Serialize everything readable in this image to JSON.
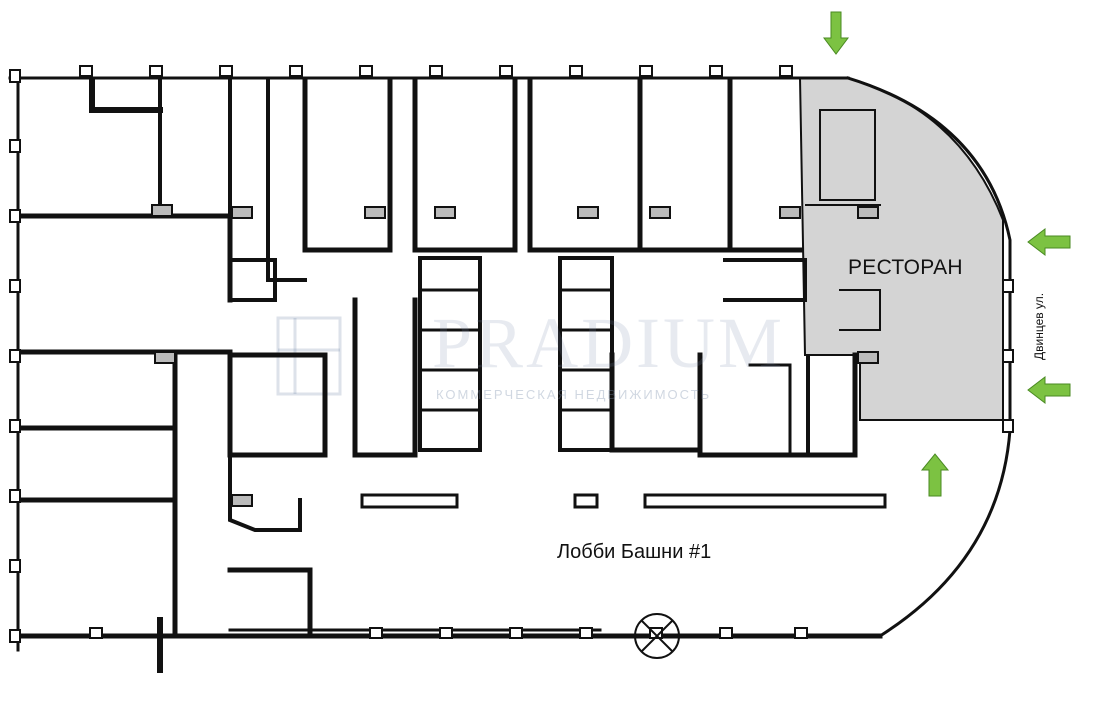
{
  "plan": {
    "restaurant_label": "РЕСТОРАН",
    "lobby_label": "Лобби Башни #1",
    "street_label": "Двинцев ул.",
    "restaurant_fill": "#d4d4d4",
    "wall_color": "#111111",
    "arrow_color": "#7cc242"
  },
  "watermark": {
    "name": "PRADIUM",
    "tagline": "КОММЕРЧЕСКАЯ НЕДВИЖИМОСТЬ"
  },
  "entrances": [
    {
      "name": "entrance-arrow-top",
      "direction": "down"
    },
    {
      "name": "entrance-arrow-right-upper",
      "direction": "left"
    },
    {
      "name": "entrance-arrow-right-lower",
      "direction": "left"
    },
    {
      "name": "entrance-arrow-bottom",
      "direction": "up"
    }
  ]
}
